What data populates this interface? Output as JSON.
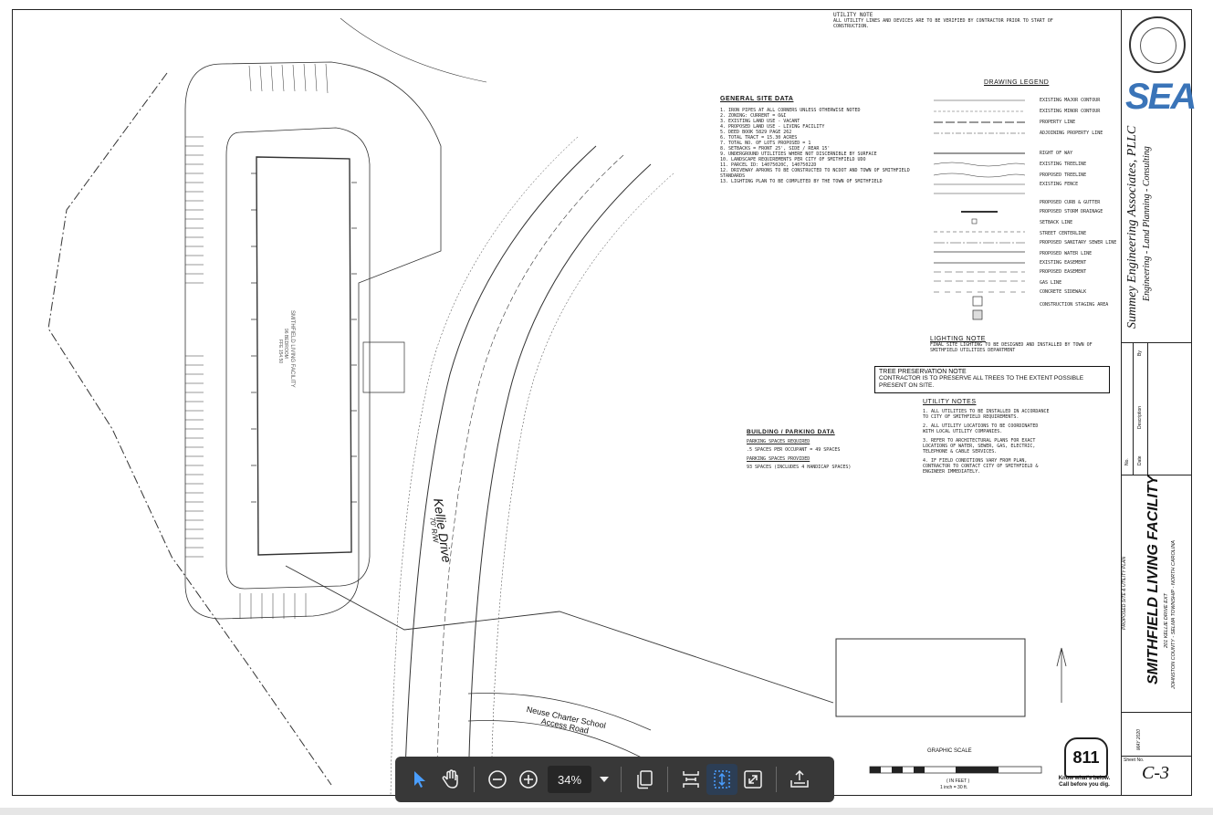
{
  "title_block": {
    "firm_name": "Summey Engineering Associates, PLLC",
    "firm_tagline": "Engineering - Land Planning - Consulting",
    "firm_logo_text": "SEA",
    "project_title": "SMITHFIELD LIVING FACILITY",
    "project_address": "201 KELLIE DRIVE EXT",
    "project_location": "JOHNSTON COUNTY - SELMA TOWNSHIP - NORTH CAROLINA",
    "plan_name": "PROPOSED SITE & UTILITY PLAN",
    "date": "MAY 2020",
    "sheet_no": "C-3",
    "label_description": "Description",
    "label_date": "Date",
    "label_no": "No.",
    "label_by": "By",
    "label_sheet": "Sheet No."
  },
  "plan": {
    "road_name": "Kellie Drive",
    "road_row": "70' R/W",
    "access_road_line1": "Neuse Charter School",
    "access_road_line2": "Access Road",
    "building_label": "SMITHFIELD LIVING FACILITY",
    "building_sub": "96 BEDROOM",
    "building_ffe": "FFE 154.50"
  },
  "general_site_data": {
    "heading": "GENERAL SITE DATA",
    "items": [
      "1.  IRON PIPES AT ALL CORNERS UNLESS OTHERWISE NOTED",
      "2.  ZONING: CURRENT = O&I",
      "3.  EXISTING LAND USE - VACANT",
      "4.  PROPOSED LAND USE - LIVING FACILITY",
      "5.  DEED BOOK 5829 PAGE 262",
      "6.  TOTAL TRACT = 15.30 ACRES",
      "7.  TOTAL NO. OF LOTS PROPOSED = 1",
      "8.  SETBACKS = FRONT 25', SIDE / REAR 15'",
      "9.  UNDERGROUND UTILITIES WHERE NOT DISCERNIBLE BY SURFACE",
      "10. LANDSCAPE REQUIREMENTS PER CITY OF SMITHFIELD UDO",
      "11. PARCEL ID: 14075020C, 14075022D",
      "12. DRIVEWAY APRONS TO BE CONSTRUCTED TO NCDOT AND TOWN OF SMITHFIELD STANDARDS",
      "13. LIGHTING PLAN TO BE COMPLETED BY THE TOWN OF SMITHFIELD"
    ]
  },
  "utility_note": {
    "heading": "UTILITY NOTE",
    "text": "ALL UTILITY LINES AND DEVICES ARE TO BE VERIFIED BY CONTRACTOR PRIOR TO START OF CONSTRUCTION."
  },
  "drawing_legend": {
    "heading": "DRAWING LEGEND",
    "items": [
      "EXISTING MAJOR CONTOUR",
      "EXISTING MINOR CONTOUR",
      "PROPERTY LINE",
      "ADJOINING PROPERTY LINE",
      "RIGHT OF WAY",
      "EXISTING TREELINE",
      "PROPOSED TREELINE",
      "EXISTING FENCE",
      "PROPOSED CURB & GUTTER",
      "PROPOSED STORM DRAINAGE",
      "SETBACK LINE",
      "STREET CENTERLINE",
      "PROPOSED SANITARY SEWER LINE",
      "PROPOSED WATER LINE",
      "EXISTING EASEMENT",
      "PROPOSED EASEMENT",
      "GAS LINE",
      "CONCRETE SIDEWALK",
      "CONSTRUCTION STAGING AREA"
    ]
  },
  "lighting_note": {
    "heading": "LIGHTING NOTE",
    "text": "FINAL SITE LIGHTING TO BE DESIGNED AND INSTALLED BY TOWN OF SMITHFIELD UTILITIES DEPARTMENT"
  },
  "tree_note": {
    "heading": "TREE PRESERVATION NOTE",
    "text": "CONTRACTOR IS TO PRESERVE ALL TREES TO THE EXTENT POSSIBLE PRESENT ON SITE."
  },
  "utility_notes": {
    "heading": "UTILITY NOTES",
    "items": [
      "1. ALL UTILITIES TO BE INSTALLED IN ACCORDANCE TO CITY OF SMITHFIELD REQUIREMENTS.",
      "2. ALL UTILITY LOCATIONS TO BE COORDINATED WITH LOCAL UTILITY COMPANIES.",
      "3. REFER TO ARCHITECTURAL PLANS FOR EXACT LOCATIONS OF WATER, SEWER, GAS, ELECTRIC, TELEPHONE & CABLE SERVICES.",
      "4. IF FIELD CONDITIONS VARY FROM PLAN, CONTRACTOR TO CONTACT CITY OF SMITHFIELD & ENGINEER IMMEDIATELY."
    ]
  },
  "building_parking": {
    "heading": "BUILDING / PARKING DATA",
    "required_label": "PARKING SPACES REQUIRED",
    "required_value": ".5 SPACES PER OCCUPANT = 49 SPACES",
    "provided_label": "PARKING SPACES PROVIDED",
    "provided_value": "93 SPACES (INCLUDES 4 HANDICAP SPACES)"
  },
  "graphic_scale": {
    "heading": "GRAPHIC SCALE",
    "units": "( IN FEET )",
    "ratio": "1 inch = 30 ft."
  },
  "call811": {
    "number": "811",
    "line1": "Know what's below.",
    "line2": "Call before you dig."
  },
  "toolbar": {
    "zoom_value": "34%",
    "select_tool": "arrow-pointer-icon",
    "hand_tool": "hand-pan-icon",
    "zoom_out": "zoom-out-icon",
    "zoom_in": "zoom-in-icon",
    "zoom_dropdown": "chevron-down-icon",
    "page_view": "copy-pages-icon",
    "fit_width": "fit-width-icon",
    "fit_page": "fit-page-icon",
    "fullscreen": "expand-icon",
    "download": "download-icon",
    "accent": "#4a9eff"
  }
}
